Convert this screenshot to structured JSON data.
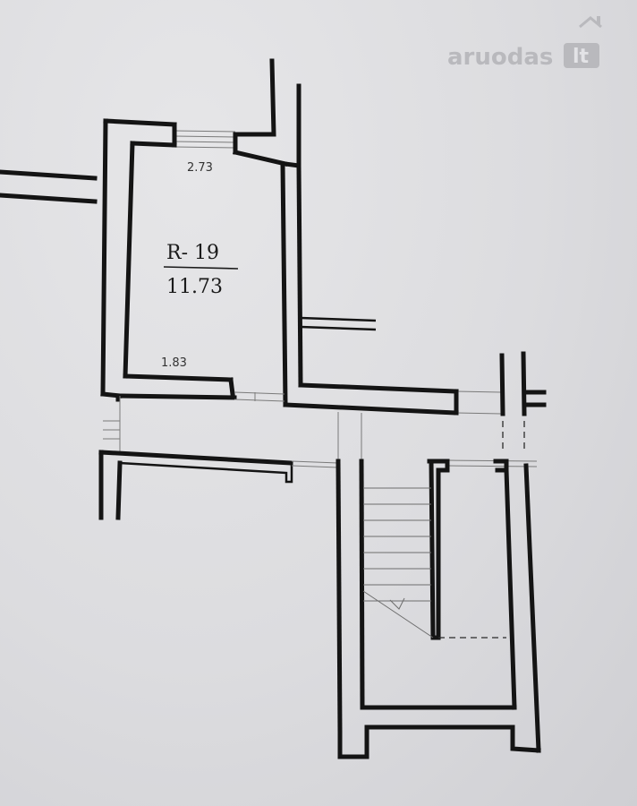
{
  "watermark": {
    "name": "aruodas",
    "tld": "lt"
  },
  "room": {
    "code": "R- 19",
    "area": "11.73"
  },
  "dimensions": {
    "top_width": "2.73",
    "inner_length": "1.83"
  },
  "colors": {
    "paper": "#dcdcdf",
    "wall": "#141414",
    "watermark": "#b9b9bd"
  }
}
